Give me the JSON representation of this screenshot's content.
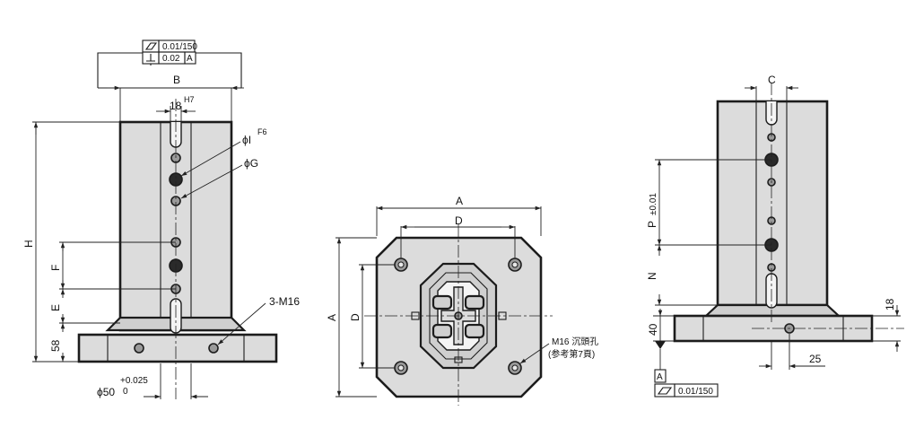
{
  "front_view": {
    "tolerance_box": {
      "flatness_value": "0.01/150",
      "perpendicularity_value": "0.02",
      "datum": "A"
    },
    "dim_B": "B",
    "dim_18": "18",
    "fit_H7": "H7",
    "dim_phiI": "ϕI",
    "fit_F6": "F6",
    "dim_phiG": "ϕG",
    "dim_H": "H",
    "dim_F": "F",
    "dim_E": "E",
    "dim_58": "58",
    "thread_label": "3-M16",
    "dia_label": "ϕ50",
    "dia_tol_upper": "+0.025",
    "dia_tol_lower": "0"
  },
  "top_view": {
    "dim_A_horizontal": "A",
    "dim_D_horizontal": "D",
    "dim_A_vertical": "A",
    "dim_D_vertical": "D",
    "counterbore_label": "M16  沉頭孔",
    "counterbore_ref": "(参考第7頁)"
  },
  "side_view": {
    "dim_C": "C",
    "dim_P": "P",
    "dim_P_tol": "±0.01",
    "dim_N": "N",
    "dim_40": "40",
    "dim_18": "18",
    "dim_25": "25",
    "datum_label": "A",
    "flatness_value": "0.01/150"
  }
}
